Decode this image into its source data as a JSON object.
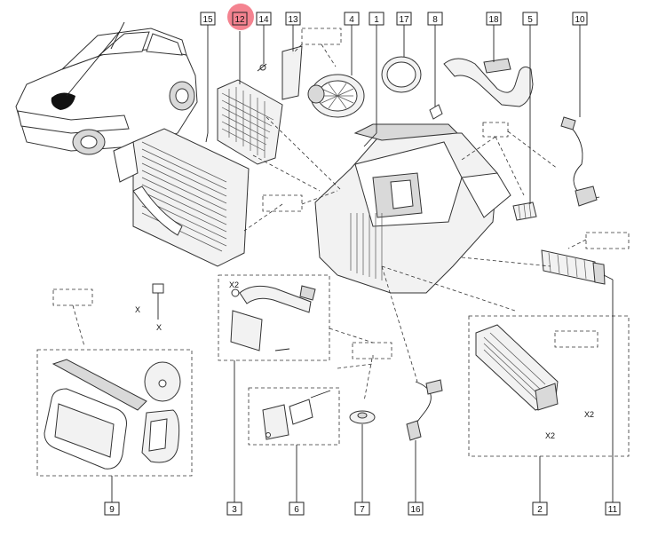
{
  "diagram": {
    "highlight_color": "#f26d7d",
    "callouts": [
      {
        "id": "c1",
        "label": "1"
      },
      {
        "id": "c2",
        "label": "2"
      },
      {
        "id": "c3",
        "label": "3"
      },
      {
        "id": "c4",
        "label": "4"
      },
      {
        "id": "c5",
        "label": "5"
      },
      {
        "id": "c6",
        "label": "6"
      },
      {
        "id": "c7",
        "label": "7"
      },
      {
        "id": "c8",
        "label": "8"
      },
      {
        "id": "c9",
        "label": "9"
      },
      {
        "id": "c10",
        "label": "10"
      },
      {
        "id": "c11",
        "label": "11"
      },
      {
        "id": "c12",
        "label": "12",
        "highlighted": true
      },
      {
        "id": "c13",
        "label": "13"
      },
      {
        "id": "c14",
        "label": "14"
      },
      {
        "id": "c15",
        "label": "15"
      },
      {
        "id": "c16",
        "label": "16"
      },
      {
        "id": "c17",
        "label": "17"
      },
      {
        "id": "c18",
        "label": "18"
      }
    ],
    "qty_labels": {
      "x2_a": "X2",
      "x2_b": "X2",
      "x2_c": "X2",
      "x_a": "X",
      "x_b": "X"
    }
  }
}
